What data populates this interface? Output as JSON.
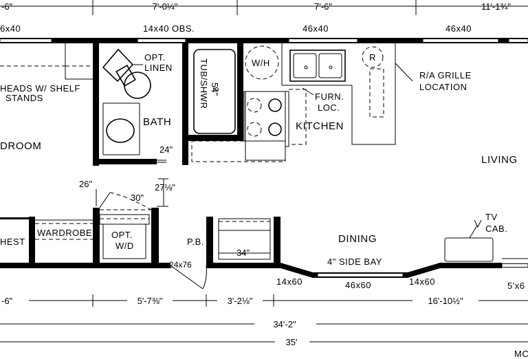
{
  "dimensions": {
    "top": [
      "-6\"",
      "7'-0¼\"",
      "7'-6\"",
      "11'-1¾\""
    ],
    "bottom": [
      "-6\"",
      "5'-7⅜\"",
      "3'-2⅛\"",
      "16'-10½\""
    ],
    "total_inner": "34'-2\"",
    "total_outer": "35'",
    "bath_wall": "24\"",
    "closet_depth": "27⅛\"",
    "wardrobe_door": "26\"",
    "wd_width": "30\"",
    "pantry_width": "34\"",
    "tub_size": "54\""
  },
  "windows": {
    "top_left": "6x40",
    "bath": "14x40 OBS.",
    "kitchen": "46x40",
    "living": "46x40",
    "bay_left": "14x60",
    "bay_center": "46x60",
    "bay_right": "14x60",
    "front_right": "5'x6",
    "entry_door": "24x76"
  },
  "rooms": {
    "bedroom": "DROOM",
    "bath": "BATH",
    "kitchen": "KITCHEN",
    "living": "LIVING",
    "dining": "DINING"
  },
  "labels": {
    "heads_line1": "HEADS W/  SHELF",
    "heads_line2": "STANDS",
    "opt_linen_1": "OPT.",
    "opt_linen_2": "LINEN",
    "tub": "TUB/SHWR",
    "water_heater": "W/H",
    "range": "R",
    "furn_1": "FURN.",
    "furn_2": "LOC.",
    "grille_1": "R/A  GRILLE",
    "grille_2": "LOCATION",
    "chest": "HEST",
    "wardrobe": "WARDROBE",
    "wd_1": "OPT.",
    "wd_2": "W/D",
    "pantry": "P.B.",
    "side_bay": "4\"  SIDE BAY",
    "tv_1": "TV",
    "tv_2": "CAB.",
    "corner": "MC"
  }
}
